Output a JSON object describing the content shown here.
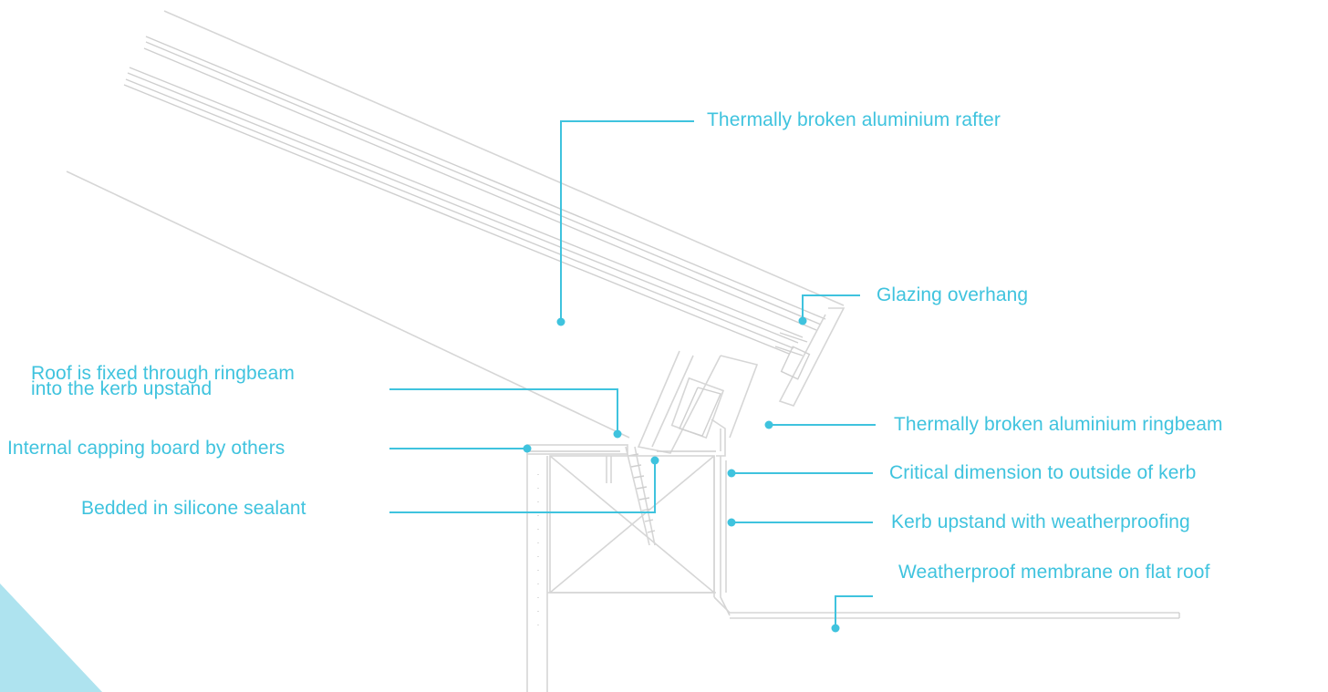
{
  "accent_color": "#3fc3de",
  "line_color": "#d6d6d6",
  "corner_triangle_color": "#aee3ef",
  "labels": {
    "rafter": "Thermally broken aluminium rafter",
    "glazing_overhang": "Glazing overhang",
    "roof_fixed_line1": "Roof is fixed through ringbeam",
    "roof_fixed_line2": "into the kerb upstand",
    "ringbeam": "Thermally broken aluminium ringbeam",
    "capping_board": "Internal capping board by others",
    "critical_dimension": "Critical dimension to outside of kerb",
    "silicone": "Bedded in silicone sealant",
    "kerb_upstand": "Kerb upstand with weatherproofing",
    "membrane": "Weatherproof membrane on flat roof"
  }
}
